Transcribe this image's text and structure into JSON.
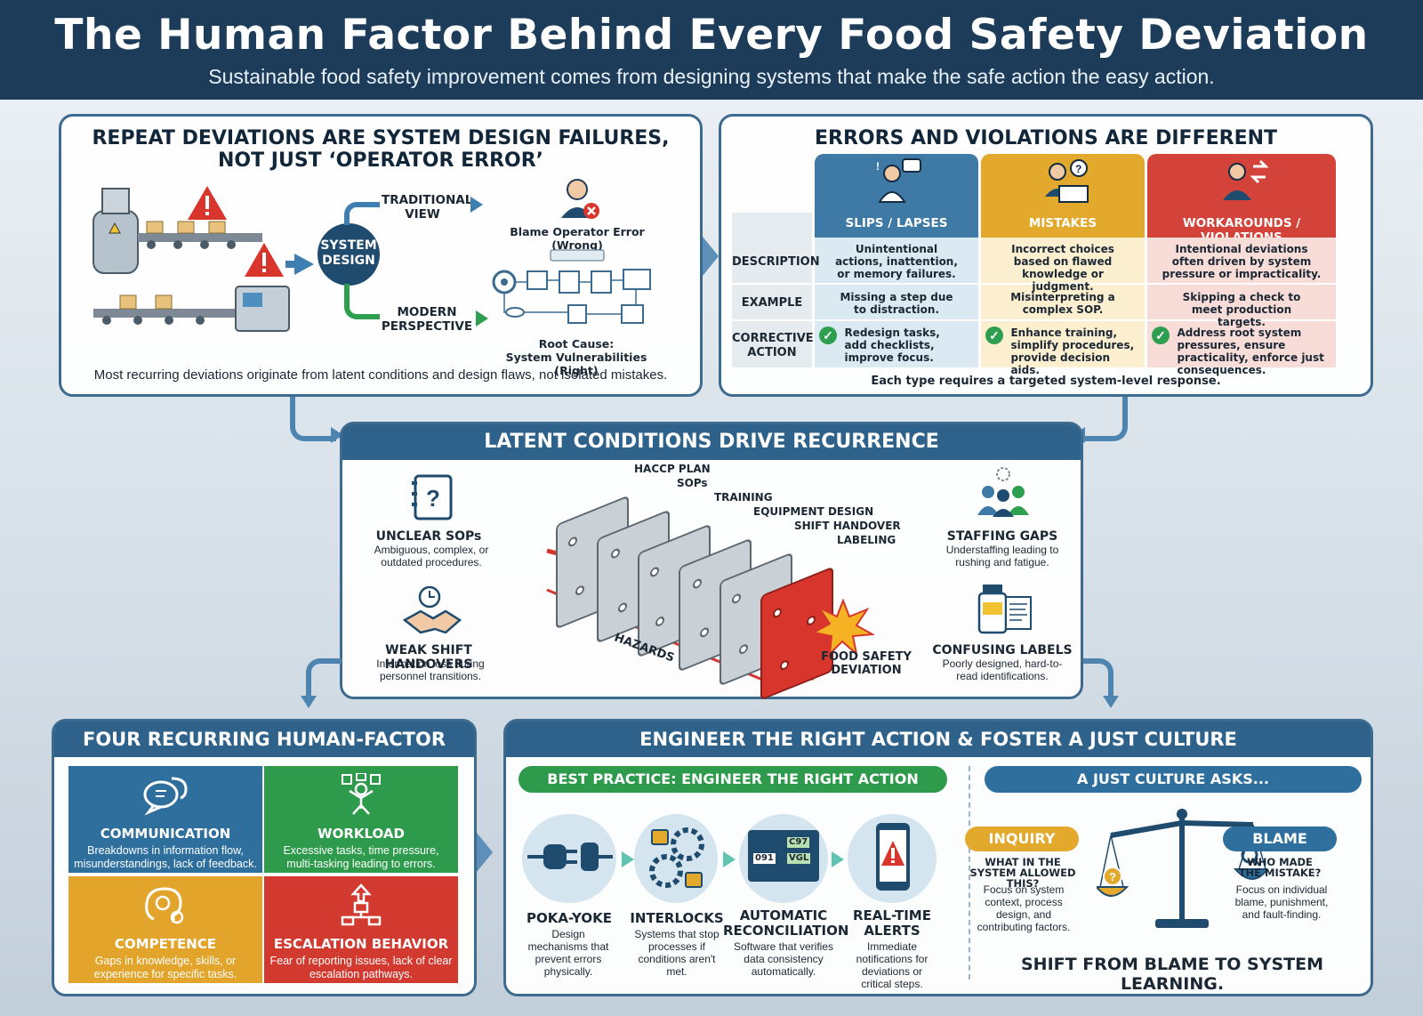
{
  "header": {
    "title": "The Human Factor Behind Every Food Safety Deviation",
    "subtitle": "Sustainable food safety improvement comes from designing systems that make the safe action the easy action."
  },
  "panel_system": {
    "title_line1": "REPEAT DEVIATIONS ARE SYSTEM DESIGN FAILURES,",
    "title_line2": "NOT JUST ‘OPERATOR ERROR’",
    "traditional_line1": "TRADITIONAL",
    "traditional_line2": "VIEW",
    "blame_label": "Blame Operator Error (Wrong)",
    "system_design_line1": "SYSTEM",
    "system_design_line2": "DESIGN",
    "modern_line1": "MODERN",
    "modern_line2": "PERSPECTIVE",
    "root_cause_line1": "Root Cause:",
    "root_cause_line2": "System Vulnerabilities (Right)",
    "footer": "Most recurring deviations originate from latent conditions and design flaws, not isolated mistakes."
  },
  "panel_errors": {
    "title": "ERRORS AND VIOLATIONS ARE DIFFERENT",
    "columns": [
      {
        "label": "SLIPS / LAPSES",
        "color": "#3f7aa6",
        "tint": "#dbe9f3"
      },
      {
        "label": "MISTAKES",
        "color": "#e3a92c",
        "tint": "#fbefcf"
      },
      {
        "label": "WORKAROUNDS / VIOLATIONS",
        "color": "#d3433a",
        "tint": "#f8dcd8"
      }
    ],
    "rows": [
      {
        "label": "DESCRIPTION",
        "cells": [
          "Unintentional actions, inattention, or memory failures.",
          "Incorrect choices based on flawed knowledge or judgment.",
          "Intentional deviations often driven by system pressure or impracticality."
        ]
      },
      {
        "label": "EXAMPLE",
        "cells": [
          "Missing a step due to distraction.",
          "Misinterpreting a complex SOP.",
          "Skipping a check to meet production targets."
        ]
      },
      {
        "label_line1": "CORRECTIVE",
        "label_line2": "ACTION",
        "cells": [
          "Redesign tasks, add checklists, improve focus.",
          "Enhance training, simplify procedures, provide decision aids.",
          "Address root system pressures, ensure practicality, enforce just consequences."
        ]
      }
    ],
    "footer": "Each type requires a targeted system-level response."
  },
  "panel_latent": {
    "title": "LATENT CONDITIONS DRIVE RECURRENCE",
    "left": [
      {
        "title": "UNCLEAR SOPs",
        "desc": "Ambiguous, complex, or outdated procedures."
      },
      {
        "title": "WEAK SHIFT HANDOVERS",
        "desc": "Information loss during personnel transitions."
      }
    ],
    "right": [
      {
        "title": "STAFFING GAPS",
        "desc": "Understaffing leading to rushing and fatigue."
      },
      {
        "title": "CONFUSING LABELS",
        "desc": "Poorly designed, hard-to-read identifications."
      }
    ],
    "layers": [
      "HACCP PLAN",
      "SOPs",
      "TRAINING",
      "EQUIPMENT DESIGN",
      "SHIFT HANDOVER",
      "LABELING"
    ],
    "hazards_label": "HAZARDS",
    "deviation_line1": "FOOD SAFETY",
    "deviation_line2": "DEVIATION"
  },
  "panel_risks": {
    "title": "FOUR RECURRING HUMAN-FACTOR RISKS",
    "tiles": [
      {
        "title": "COMMUNICATION",
        "desc": "Breakdowns in information flow, misunderstandings, lack of feedback.",
        "color": "#2f6f9e",
        "icon": "speech-bubbles-icon"
      },
      {
        "title": "WORKLOAD",
        "desc": "Excessive tasks, time pressure, multi-tasking leading to errors.",
        "color": "#2e9a4c",
        "icon": "overloaded-person-icon"
      },
      {
        "title": "COMPETENCE",
        "desc": "Gaps in knowledge, skills, or experience for specific tasks.",
        "color": "#e2a42a",
        "icon": "brain-gear-icon"
      },
      {
        "title": "ESCALATION BEHAVIOR",
        "desc": "Fear of reporting issues, lack of clear escalation pathways.",
        "color": "#d2392f",
        "icon": "hierarchy-icon"
      }
    ]
  },
  "panel_engineer": {
    "title": "ENGINEER THE RIGHT ACTION & FOSTER A JUST CULTURE",
    "best_practice": "BEST PRACTICE: ENGINEER THE RIGHT ACTION",
    "steps": [
      {
        "title_line1": "POKA-YOKE",
        "title_line2": "",
        "desc": "Design mechanisms that prevent errors physically."
      },
      {
        "title_line1": "INTERLOCKS",
        "title_line2": "",
        "desc": "Systems that stop processes if conditions aren't met."
      },
      {
        "title_line1": "AUTOMATIC",
        "title_line2": "RECONCILIATION",
        "desc": "Software that verifies data consistency automatically."
      },
      {
        "title_line1": "REAL-TIME",
        "title_line2": "ALERTS",
        "desc": "Immediate notifications for deviations or critical steps."
      }
    ],
    "screen_codes": [
      "C97",
      "091",
      "VGL"
    ],
    "just_culture": "A JUST CULTURE ASKS...",
    "inquiry": {
      "label": "INQUIRY",
      "question": "WHAT IN THE SYSTEM ALLOWED THIS?",
      "desc": "Focus on system context, process design, and contributing factors."
    },
    "blame": {
      "label": "BLAME",
      "question": "WHO MADE THE MISTAKE?",
      "desc": "Focus on individual blame, punishment, and fault-finding."
    },
    "tagline": "SHIFT FROM BLAME TO SYSTEM LEARNING."
  }
}
